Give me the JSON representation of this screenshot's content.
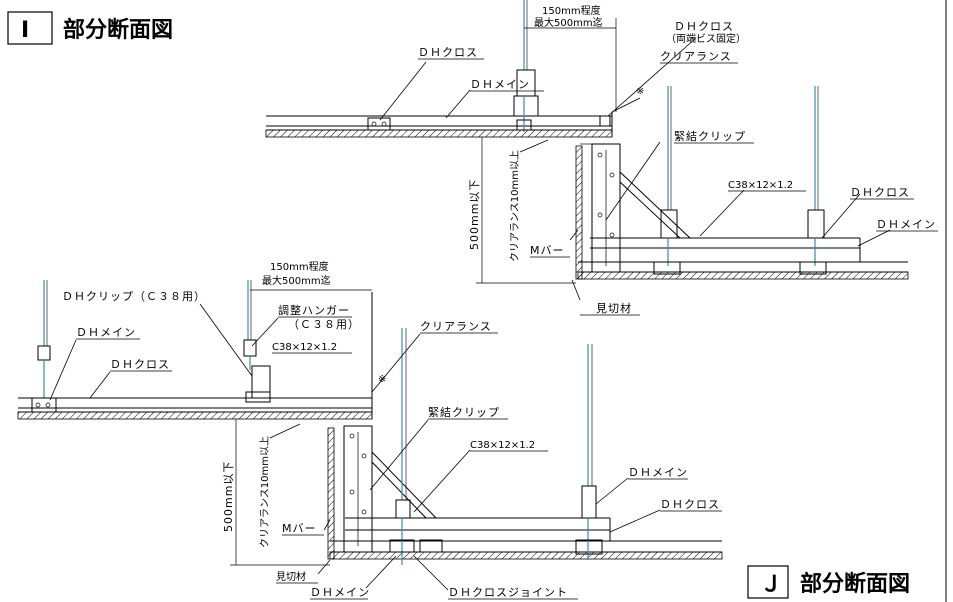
{
  "diagram_i": {
    "title_letter": "Ⅰ",
    "title": "部分断面図",
    "dim_top_line1": "150mm程度",
    "dim_top_line2": "最大500mm迄",
    "dh_cross_fixed_line1": "ＤＨクロス",
    "dh_cross_fixed_line2": "（両端ビス固定）",
    "clearance": "クリアランス",
    "dh_cross_left": "ＤＨクロス",
    "dh_main": "ＤＨメイン",
    "mark": "※",
    "tie_clip": "緊結クリップ",
    "c38": "C38×12×1.2",
    "dh_cross_right": "ＤＨクロス",
    "dh_main_right": "ＤＨメイン",
    "height_dim": "500mm以下",
    "clearance_vertical": "クリアランス10mm以上",
    "m_bar": "Mバー",
    "edge_trim": "見切材"
  },
  "diagram_j": {
    "title_letter": "Ｊ",
    "title": "部分断面図",
    "dim_top_line1": "150mm程度",
    "dim_top_line2": "最大500mm迄",
    "dh_clip": "ＤＨクリップ（Ｃ３８用）",
    "hanger_line1": "調整ハンガー",
    "hanger_line2": "（Ｃ３８用）",
    "dh_main_left": "ＤＨメイン",
    "c38_left": "C38×12×1.2",
    "dh_cross_left": "ＤＨクロス",
    "mark": "※",
    "clearance": "クリアランス",
    "tie_clip": "緊結クリップ",
    "c38": "C38×12×1.2",
    "dh_main_right": "ＤＨメイン",
    "dh_cross_right": "ＤＨクロス",
    "height_dim": "500mm以下",
    "clearance_vertical": "クリアランス10mm以上",
    "m_bar": "Mバー",
    "edge_trim": "見切材",
    "dh_main_bottom": "ＤＨメイン",
    "cross_joint": "ＤＨクロスジョイント"
  }
}
